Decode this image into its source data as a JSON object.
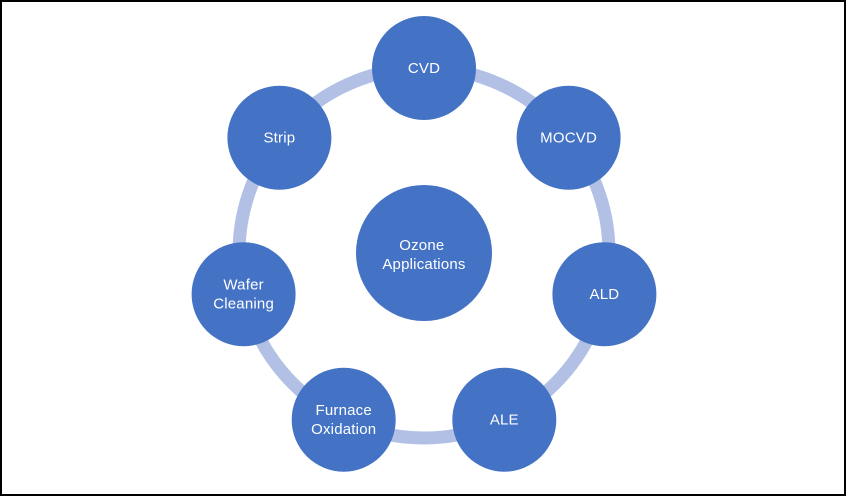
{
  "figure": {
    "background": "#FFFFFF",
    "frame_color": "#000000"
  },
  "diagram": {
    "type": "cycle",
    "center": {
      "label": "Ozone Applications",
      "lines": [
        "Ozone",
        "Applications"
      ]
    },
    "nodes": [
      {
        "label": "CVD",
        "lines": [
          "CVD"
        ]
      },
      {
        "label": "MOCVD",
        "lines": [
          "MOCVD"
        ]
      },
      {
        "label": "ALD",
        "lines": [
          "ALD"
        ]
      },
      {
        "label": "ALE",
        "lines": [
          "ALE"
        ]
      },
      {
        "label": "Furnace Oxidation",
        "lines": [
          "Furnace",
          "Oxidation"
        ]
      },
      {
        "label": "Wafer Cleaning",
        "lines": [
          "Wafer",
          "Cleaning"
        ]
      },
      {
        "label": "Strip",
        "lines": [
          "Strip"
        ]
      }
    ],
    "colors": {
      "node_fill": "#4472C4",
      "ring": "#B1C0E4",
      "label_text": "#FFFFFF"
    }
  }
}
